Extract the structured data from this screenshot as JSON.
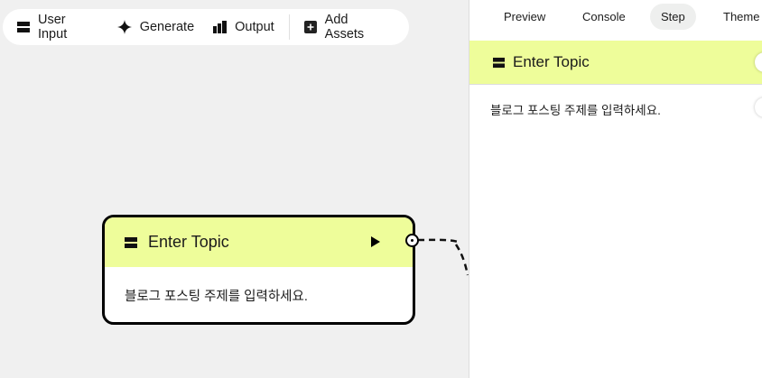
{
  "toolbar": {
    "items": [
      {
        "label": "User Input",
        "icon": "user-input-icon"
      },
      {
        "label": "Generate",
        "icon": "sparkle-icon"
      },
      {
        "label": "Output",
        "icon": "output-chart-icon"
      },
      {
        "label": "Add Assets",
        "icon": "plus-square-icon"
      }
    ]
  },
  "node": {
    "title": "Enter Topic",
    "description": "블로그 포스팅 주제를 입력하세요."
  },
  "panel": {
    "tabs": [
      {
        "label": "Preview"
      },
      {
        "label": "Console"
      },
      {
        "label": "Step",
        "active": true
      },
      {
        "label": "Theme"
      }
    ],
    "step": {
      "title": "Enter Topic",
      "description": "블로그 포스팅 주제를 입력하세요."
    }
  },
  "colors": {
    "node_header": "#eefd9a",
    "canvas": "#f0f0f0"
  }
}
